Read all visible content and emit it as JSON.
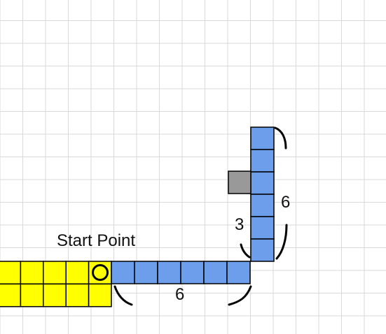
{
  "labels": {
    "start_point": "Start Point",
    "horizontal_length": "6",
    "vertical_length": "6",
    "corner_length": "3"
  },
  "colors": {
    "background": "#ffffff",
    "grid": "#d9d9d9",
    "start_area": "#ffff00",
    "path": "#6d9eeb",
    "blocker": "#999999",
    "outline": "#000000"
  },
  "icons": {
    "start_marker": "circle-outline-icon"
  },
  "start_area": {
    "cols": 5,
    "rows": 2
  },
  "path": {
    "horizontal_cells": 6,
    "vertical_cells": 6
  }
}
